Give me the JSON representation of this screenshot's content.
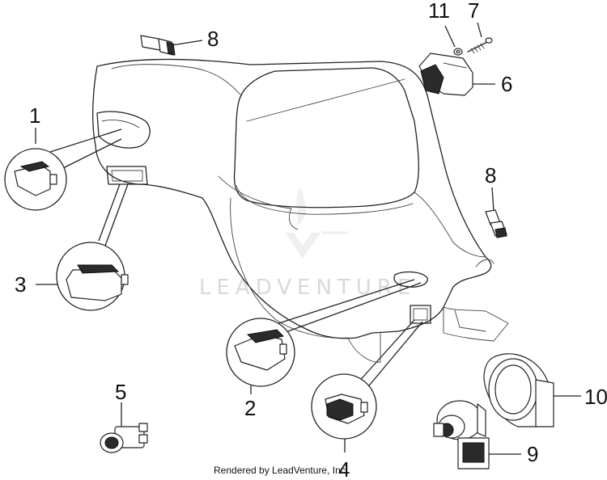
{
  "diagram": {
    "callouts": [
      "1",
      "2",
      "3",
      "4",
      "5",
      "6",
      "7",
      "8",
      "8",
      "9",
      "10",
      "11"
    ],
    "watermark": "LEADVENTURE",
    "footer": "Rendered by LeadVenture, Inc."
  }
}
